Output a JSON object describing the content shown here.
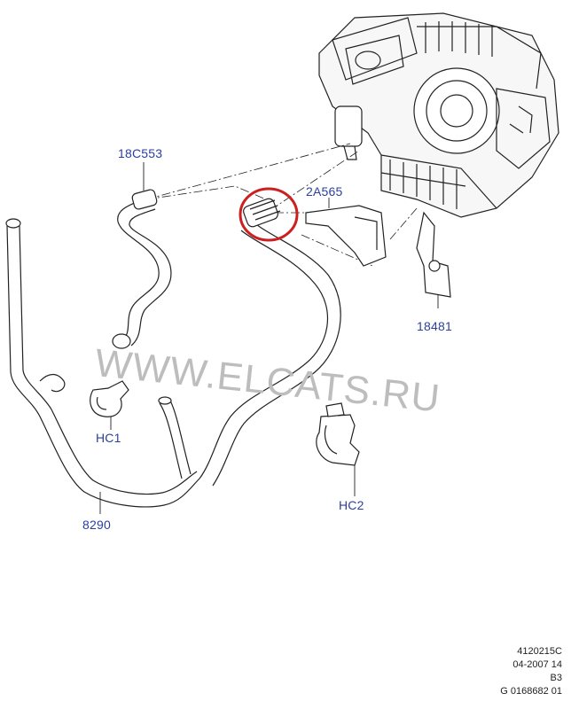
{
  "callouts": {
    "hose_upper": "18C553",
    "hose_connector": "2A565",
    "bracket": "18481",
    "clip_1": "HC1",
    "clip_2": "HC2",
    "hose_lower": "8290"
  },
  "watermark": "WWW.ELCATS.RU",
  "reference": {
    "line1": "4120215C",
    "line2": "04-2007 14",
    "line3": "B3",
    "line4": "G 0168682 01"
  },
  "colors": {
    "label": "#2a3f9e",
    "line": "#222222",
    "highlight": "#cc1f1f",
    "watermark": "#bdbdbd"
  }
}
